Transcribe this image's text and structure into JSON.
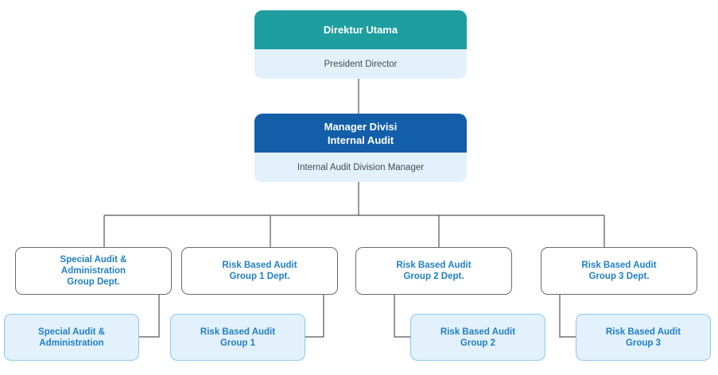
{
  "top": {
    "title": "Direktur Utama",
    "subtitle": "President Director"
  },
  "manager": {
    "title": "Manager Divisi\nInternal Audit",
    "subtitle": "Internal Audit Division Manager"
  },
  "departments": [
    {
      "label": "Special Audit &\nAdministration\nGroup Dept."
    },
    {
      "label": "Risk Based Audit\nGroup 1 Dept."
    },
    {
      "label": "Risk Based Audit\nGroup 2 Dept."
    },
    {
      "label": "Risk Based Audit\nGroup 3 Dept."
    }
  ],
  "units": [
    {
      "label": "Special Audit &\nAdministration"
    },
    {
      "label": "Risk Based Audit\nGroup 1"
    },
    {
      "label": "Risk Based Audit\nGroup 2"
    },
    {
      "label": "Risk Based Audit\nGroup 3"
    }
  ],
  "colors": {
    "top_header": "#1e9e9e",
    "manager_header": "#135ea8",
    "sub_background": "#e2f1fc",
    "accent_text": "#1f7fc4",
    "connector": "#555555"
  }
}
